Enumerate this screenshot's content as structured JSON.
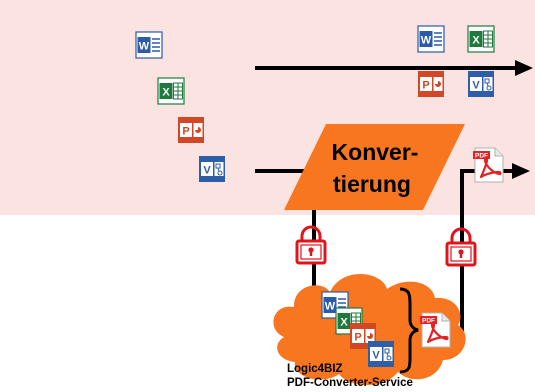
{
  "process": {
    "label_line1": "Konver-",
    "label_line2": "tierung"
  },
  "service": {
    "name_line1": "Logic4BIZ",
    "name_line2": "PDF-Converter-Service"
  },
  "colors": {
    "band": "#fbe3e1",
    "process_fill": "#f7761f",
    "cloud_fill": "#f7761f",
    "lock_red": "#e0141b",
    "word_blue": "#2b5aa8",
    "excel_green": "#1f7a3c",
    "powerpoint_red": "#d24726",
    "visio_blue": "#2f5ea8",
    "pdf_red": "#e62126"
  },
  "icons": {
    "word": "word-icon",
    "excel": "excel-icon",
    "powerpoint": "powerpoint-icon",
    "visio": "visio-icon",
    "pdf": "pdf-icon",
    "lock": "padlock-icon"
  }
}
